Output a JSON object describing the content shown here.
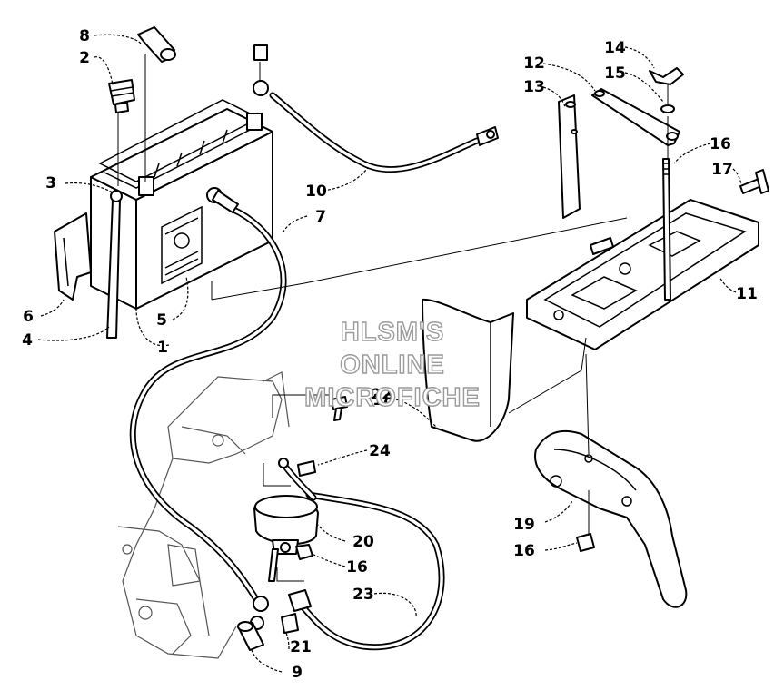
{
  "watermark": {
    "line1": "HLSM'S",
    "line2": "ONLINE",
    "line3": "MICROFICHE"
  },
  "callouts": {
    "c1": "1",
    "c2": "2",
    "c3": "3",
    "c4": "4",
    "c5": "5",
    "c6": "6",
    "c7": "7",
    "c8": "8",
    "c9": "9",
    "c10": "10",
    "c11": "11",
    "c12": "12",
    "c13": "13",
    "c14": "14",
    "c15": "15",
    "c16a": "16",
    "c16b": "16",
    "c16c": "16",
    "c17": "17",
    "c18": "18",
    "c19": "19",
    "c20": "20",
    "c21": "21",
    "c22": "22",
    "c23": "23",
    "c24": "24"
  }
}
